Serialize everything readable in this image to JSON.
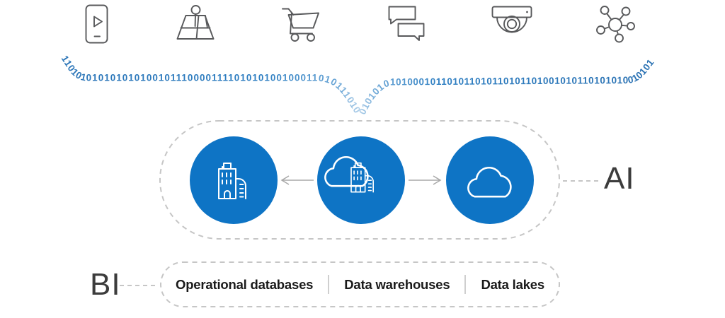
{
  "diagram": {
    "ai_label": "AI",
    "bi_label": "BI",
    "bi_items": [
      "Operational databases",
      "Data warehouses",
      "Data lakes"
    ],
    "binary_left": "1101010101010101001011100001111010101001000110101110101",
    "binary_right": "0101010101000101101011010110101101001010110101010010101",
    "source_icons": [
      "mobile-media-device",
      "map-location",
      "shopping-cart",
      "chat-messages",
      "security-camera",
      "iot-network"
    ],
    "hub_icons": [
      "on-premises-building",
      "hybrid-cloud-building",
      "cloud"
    ],
    "colors": {
      "circle_blue": "#0e74c5",
      "binary_blue": "#2f7fc2",
      "icon_gray": "#58595b",
      "dash_gray": "#c6c6c6",
      "arrow_gray": "#a8a8a8",
      "label_gray": "#3c3c3c",
      "bi_text_dark": "#1a1a1a"
    }
  }
}
